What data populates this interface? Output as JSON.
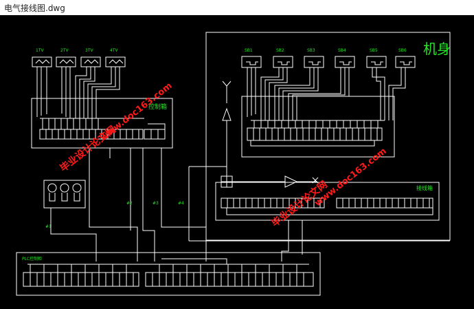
{
  "window": {
    "title": "电气接线图.dwg"
  },
  "labels": {
    "motors": [
      "1TV",
      "2TV",
      "3TV",
      "4TV"
    ],
    "switches": [
      "SB1",
      "SB2",
      "SB3",
      "SB4",
      "SB5",
      "SB6"
    ],
    "machine_body": "机身",
    "terminal_box": "接线箱",
    "control_box": "控制箱",
    "plc_box": "PLC控制柜",
    "wire_nums": [
      "#1",
      "#2",
      "#3",
      "#4"
    ]
  },
  "watermarks": {
    "url": "www.doc163.com",
    "cn": "毕业设计论文网"
  },
  "colors": {
    "wire": "#ffffff",
    "label": "#27e827",
    "watermark": "#ff1a1a",
    "background": "#000000"
  }
}
